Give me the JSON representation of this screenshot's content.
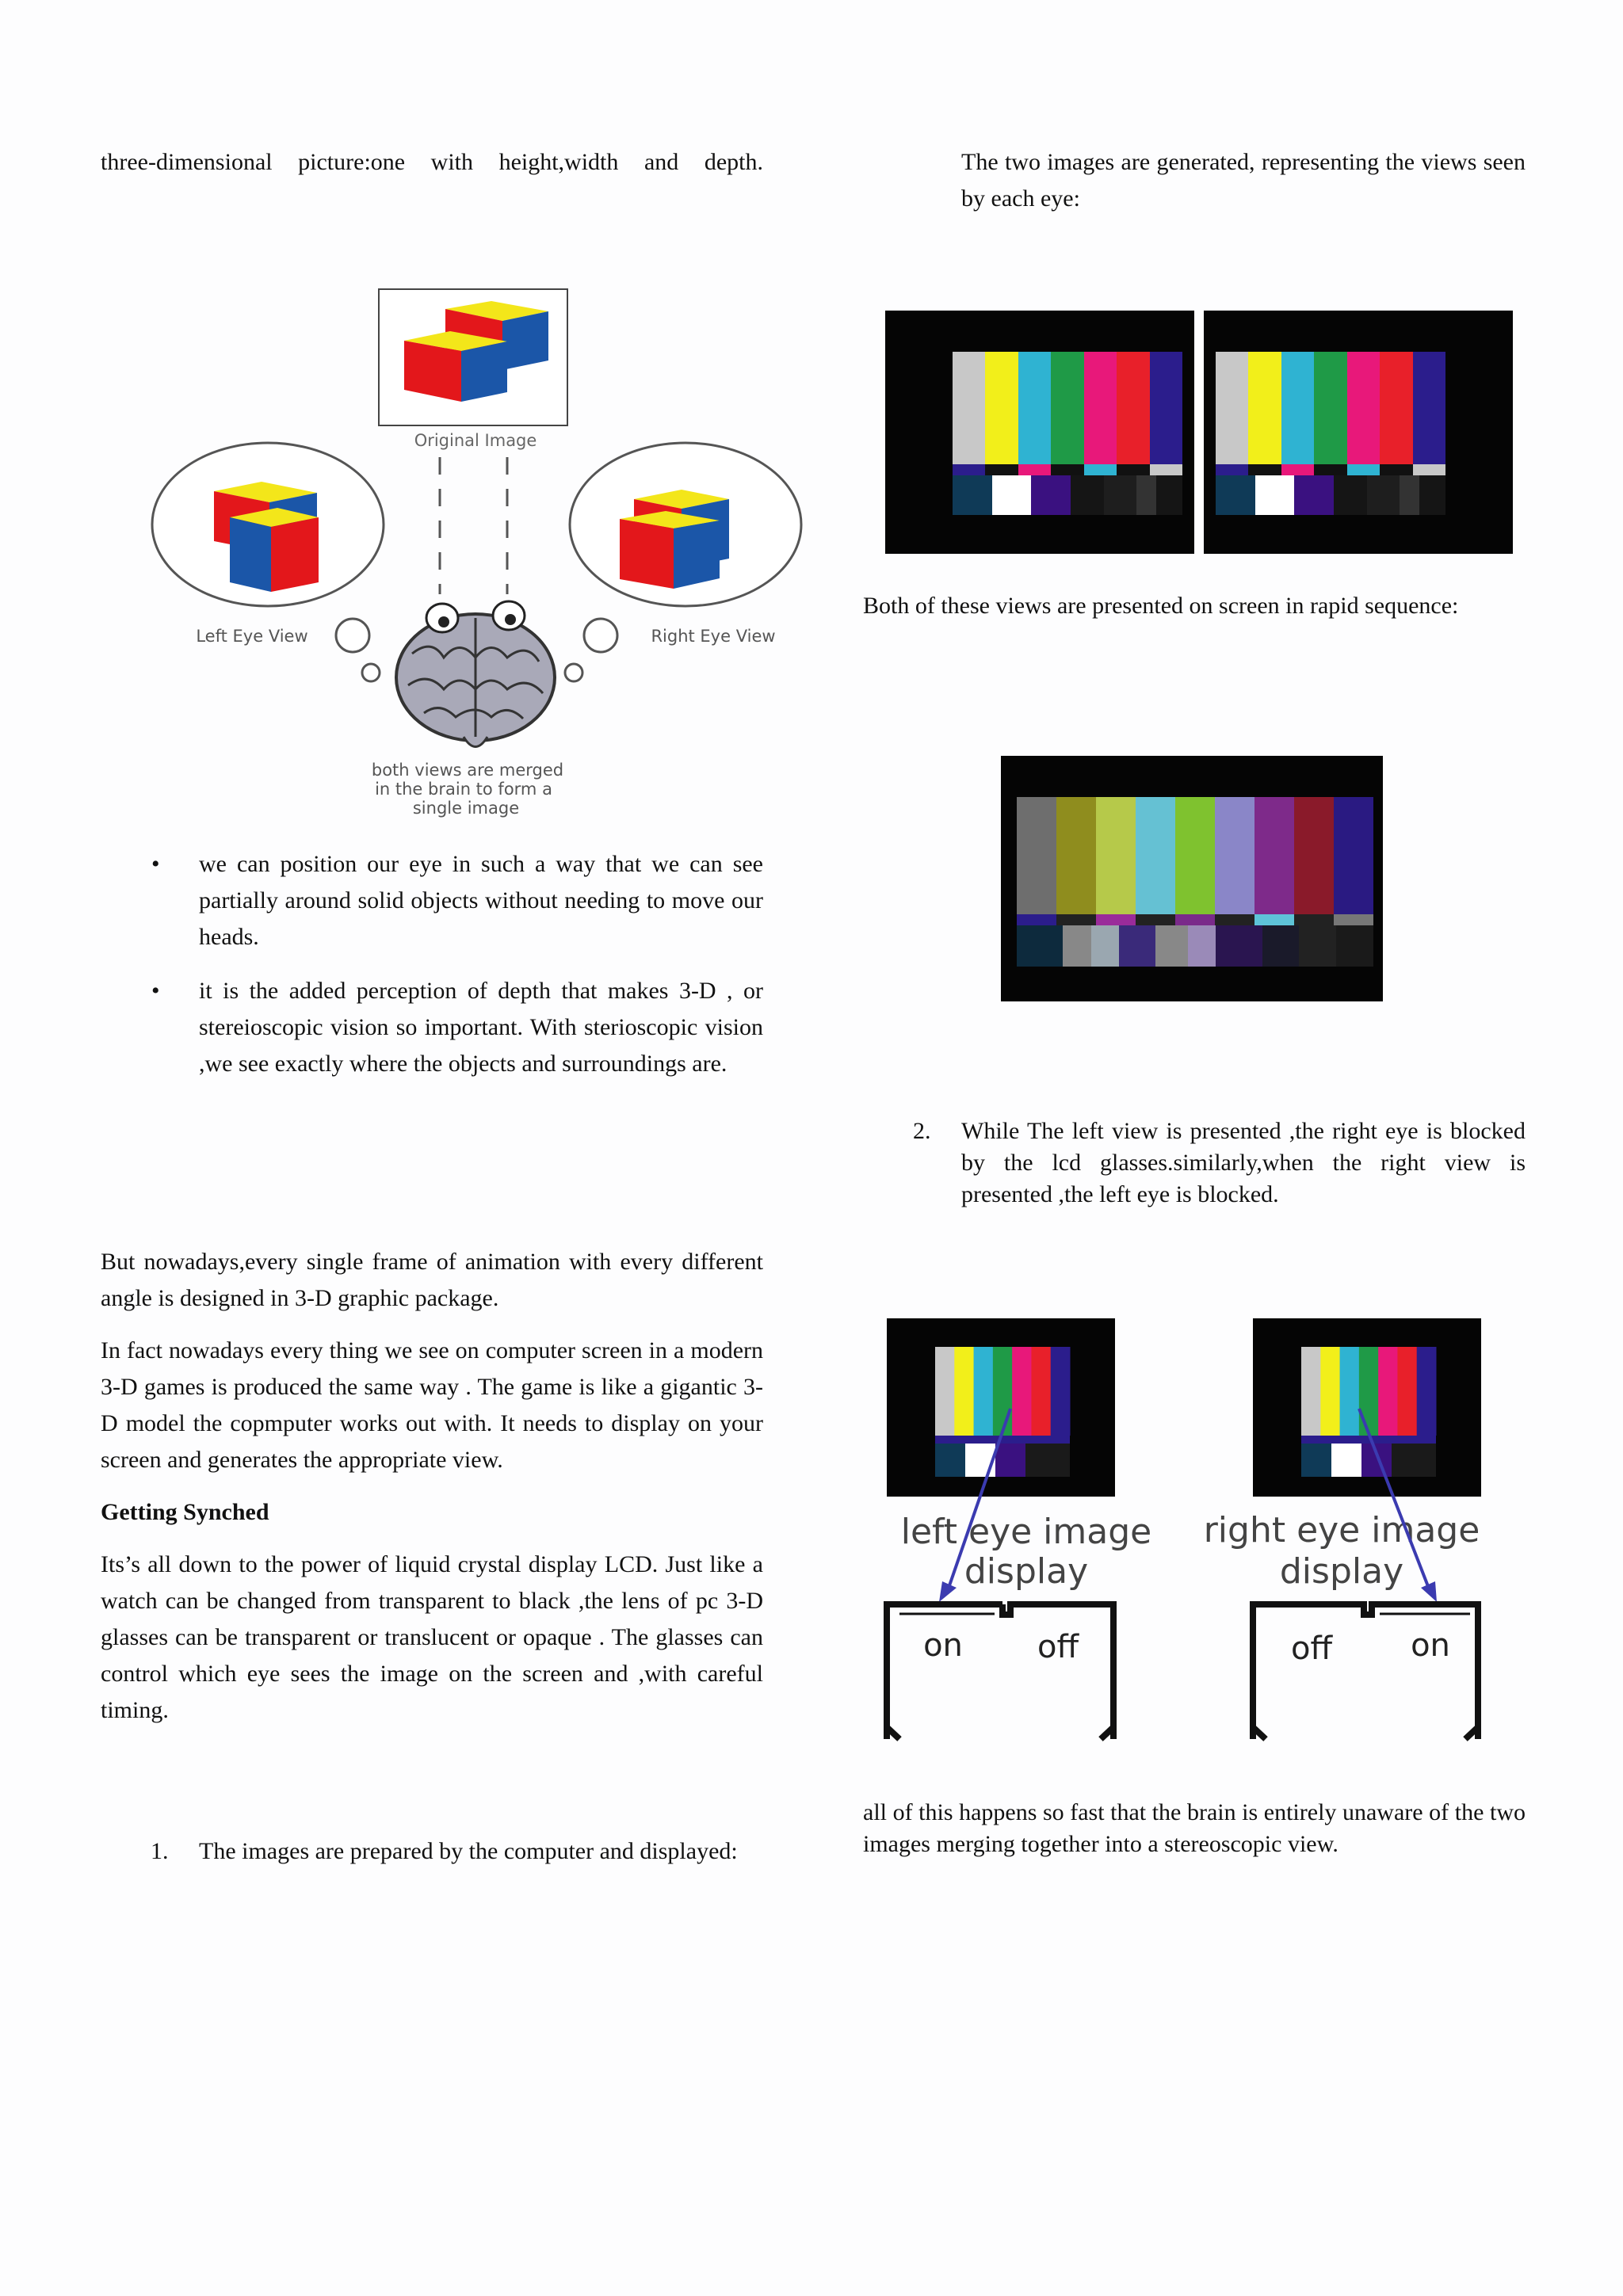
{
  "left": {
    "intro": "three-dimensional picture:one with height,width and depth.",
    "figure_eyes": {
      "original_label": "Original Image",
      "left_label": "Left Eye View",
      "right_label": "Right Eye View",
      "merge_caption_1": "both views are merged",
      "merge_caption_2": "in the brain to form a",
      "merge_caption_3": "single image"
    },
    "bullets": [
      "we can position our eye in such a way that we can see partially around solid  objects without needing to move our heads.",
      "it is the added perception  of depth that makes 3-D , or stereioscopic vision so important. With sterioscopic vision ,we see exactly where the objects and surroundings are."
    ],
    "bullet_glyph": "•",
    "para1": "But nowadays,every single frame of animation with every different angle is designed in 3-D graphic package.",
    "para2": "In fact nowadays every thing we see on computer screen in a modern 3-D games is produced the same way . The game is like a gigantic 3-D model the copmputer works out with. It needs to display on your screen and generates the appropriate view.",
    "heading": "Getting Synched",
    "para3": "Its’s all down to the power of liquid crystal display LCD. Just like a watch  can be changed from transparent to black ,the lens of pc 3-D glasses can be transparent or translucent or opaque . The glasses can control which eye sees the image on the screen and  ,with careful timing.",
    "step1_num": "1.",
    "step1": "The images are prepared by the computer and displayed:"
  },
  "right": {
    "intro": "The two images are generated, representing the views seen by each eye:",
    "both_text": "Both of these views are presented on screen in rapid sequence:",
    "step2_num": "2.",
    "step2": "While The left view is presented ,the right eye is blocked by the lcd glasses.similarly,when the right view is presented ,the left eye is blocked.",
    "figure_glasses": {
      "left_label_1": "left eye image",
      "left_label_2": "display",
      "right_label_1": "right eye image",
      "right_label_2": "display",
      "left_on": "on",
      "left_off": "off",
      "right_off": "off",
      "right_on": "on"
    },
    "final": "all of this happens so fast that the brain is entirely unaware of the two images merging together into a stereoscopic view."
  },
  "colors": {
    "bars": [
      "#c8c8c8",
      "#f2ef1a",
      "#2fb3d2",
      "#1f9a47",
      "#e8187a",
      "#e8202a",
      "#2b1d8c"
    ],
    "bars_blend": [
      "#6e6e6e",
      "#8f8d1e",
      "#b6c94a",
      "#65c1d3",
      "#7fc22f",
      "#8a86c8",
      "#7e2a8a",
      "#8a1a2a",
      "#2a1a82"
    ],
    "cube_top": "#f3e61a",
    "cube_front": "#e3171b",
    "cube_side": "#1b56a8",
    "arrow": "#3b3bb0"
  }
}
